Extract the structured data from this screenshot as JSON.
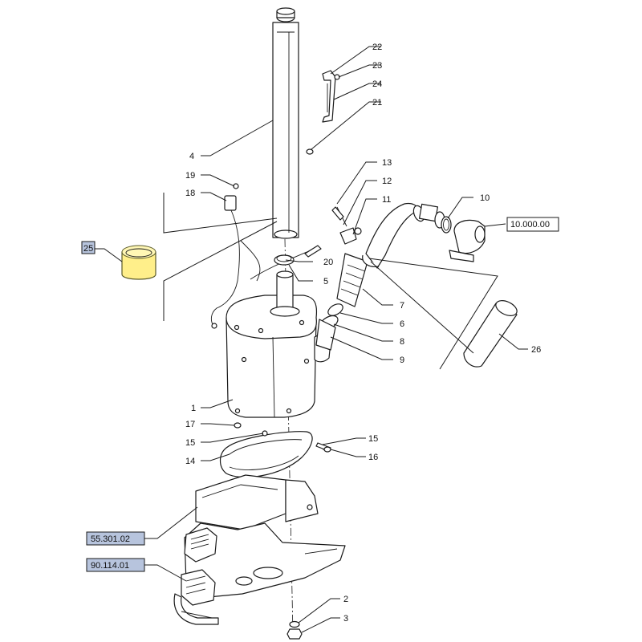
{
  "colors": {
    "highlight_fill": "#ffef8a",
    "reference_box_fill": "#b7c4dd",
    "line": "#1a1a1a",
    "background": "#ffffff"
  },
  "callouts": {
    "c1": "1",
    "c2": "2",
    "c3": "3",
    "c4": "4",
    "c5": "5",
    "c6": "6",
    "c7": "7",
    "c8": "8",
    "c9": "9",
    "c10": "10",
    "c11": "11",
    "c12": "12",
    "c13": "13",
    "c14": "14",
    "c15a": "15",
    "c15b": "15",
    "c16": "16",
    "c17": "17",
    "c18": "18",
    "c19": "19",
    "c20": "20",
    "c21": "21",
    "c22": "22",
    "c23": "23",
    "c24": "24",
    "c25": "25",
    "c26": "26"
  },
  "references": {
    "air_intake": "10.000.00",
    "frame_upper": "55.301.02",
    "frame_lower": "90.114.01"
  }
}
